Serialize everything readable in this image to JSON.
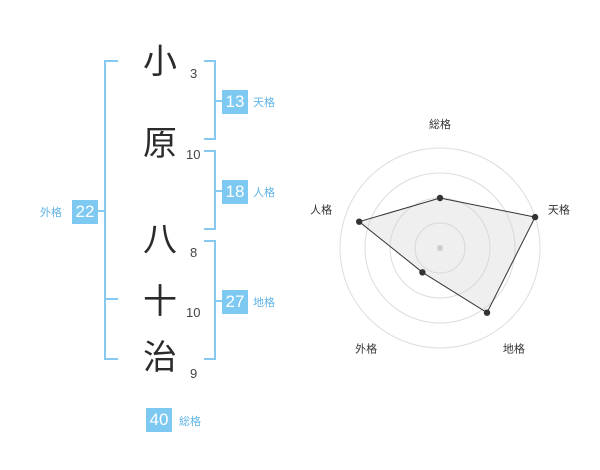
{
  "name_chars": [
    {
      "char": "小",
      "strokes": "3"
    },
    {
      "char": "原",
      "strokes": "10"
    },
    {
      "char": "八",
      "strokes": "8"
    },
    {
      "char": "十",
      "strokes": "10"
    },
    {
      "char": "治",
      "strokes": "9"
    }
  ],
  "kaku": {
    "ten": {
      "value": "13",
      "label": "天格"
    },
    "jin": {
      "value": "18",
      "label": "人格"
    },
    "chi": {
      "value": "27",
      "label": "地格"
    },
    "gai": {
      "value": "22",
      "label": "外格"
    },
    "so": {
      "value": "40",
      "label": "総格"
    }
  },
  "colors": {
    "accent": "#7ec9f1",
    "bracket": "#86c9ef",
    "text": "#2b2b2b"
  },
  "chart_data": {
    "type": "radar",
    "axes": [
      "総格",
      "天格",
      "地格",
      "外格",
      "人格"
    ],
    "values": [
      0.5,
      1.0,
      0.8,
      0.3,
      0.85
    ],
    "range": [
      0,
      1
    ],
    "rings": 4,
    "grid": true
  }
}
